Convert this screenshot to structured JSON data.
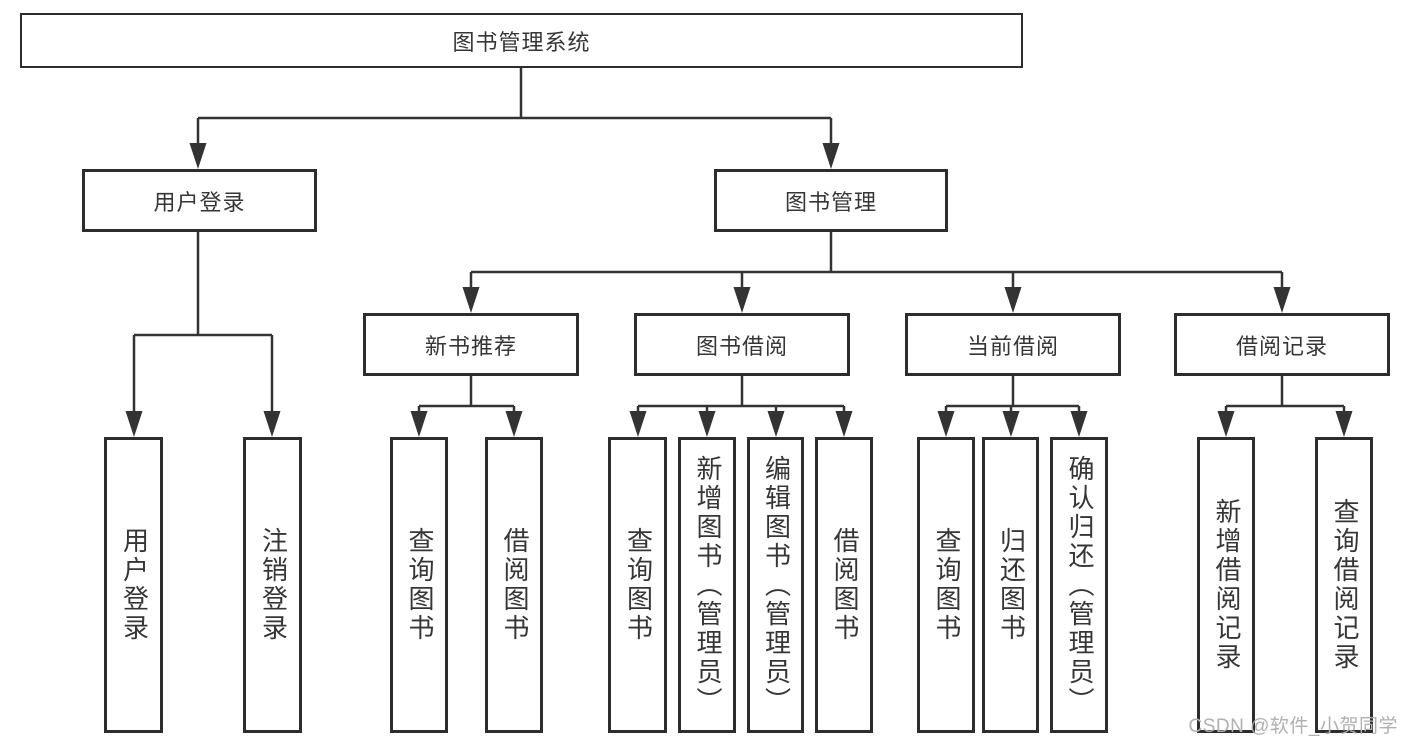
{
  "diagram_title": "图书管理系统",
  "tree": {
    "label": "图书管理系统",
    "children": [
      {
        "label": "用户登录",
        "children": [
          {
            "label": "用户登录"
          },
          {
            "label": "注销登录"
          }
        ]
      },
      {
        "label": "图书管理",
        "children": [
          {
            "label": "新书推荐",
            "children": [
              {
                "label": "查询图书"
              },
              {
                "label": "借阅图书"
              }
            ]
          },
          {
            "label": "图书借阅",
            "children": [
              {
                "label": "查询图书"
              },
              {
                "label": "新增图书（管理员）"
              },
              {
                "label": "编辑图书（管理员）"
              },
              {
                "label": "借阅图书"
              }
            ]
          },
          {
            "label": "当前借阅",
            "children": [
              {
                "label": "查询图书"
              },
              {
                "label": "归还图书"
              },
              {
                "label": "确认归还（管理员）"
              }
            ]
          },
          {
            "label": "借阅记录",
            "children": [
              {
                "label": "新增借阅记录"
              },
              {
                "label": "查询借阅记录"
              }
            ]
          }
        ]
      }
    ]
  },
  "watermark": {
    "text": "CSDN @软件_小贺同学"
  },
  "colors": {
    "line": "#333333",
    "border": "#2d2d2d",
    "text": "#363636",
    "background": "#ffffff",
    "watermark": "#b0b0b0"
  }
}
